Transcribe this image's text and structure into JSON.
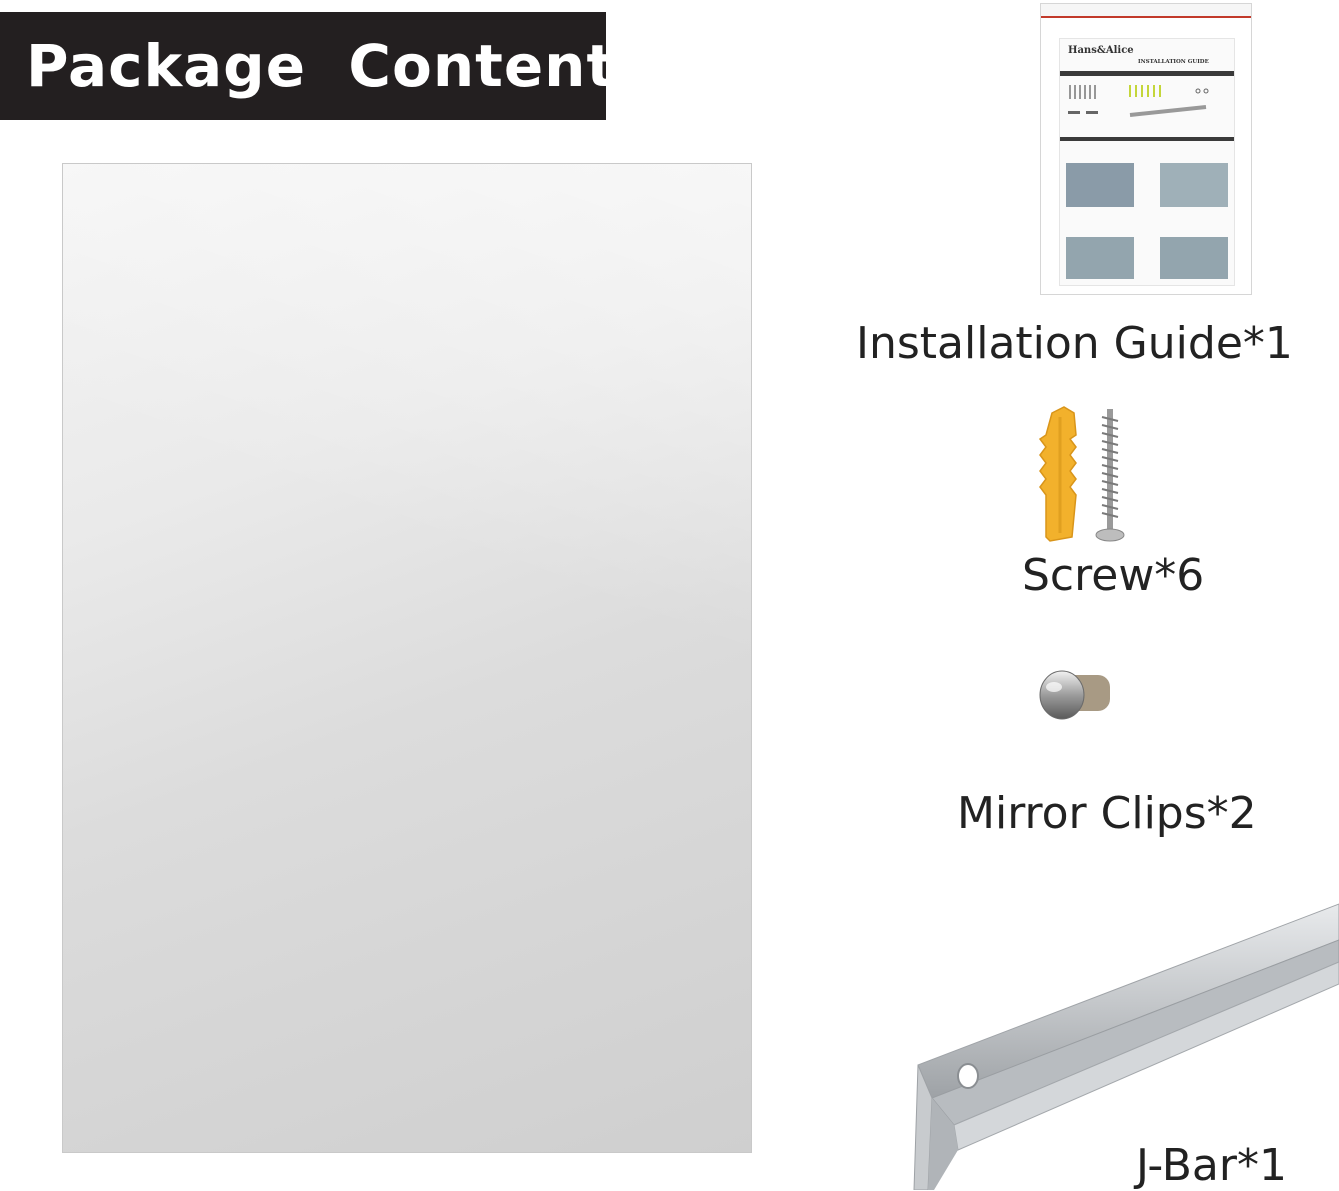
{
  "banner": {
    "title": "Package  Contents"
  },
  "guide": {
    "brand": "Hans&Alice",
    "title": "INSTALLATION GUIDE",
    "caption": "Installation Guide*1"
  },
  "items": {
    "screw": {
      "caption": "Screw*6"
    },
    "clips": {
      "caption": "Mirror Clips*2"
    },
    "jbar": {
      "caption": "J-Bar*1"
    }
  },
  "colors": {
    "banner_bg": "#231f20",
    "banner_text": "#ffffff",
    "anchor": "#f2b12c",
    "metal": "#c8c8c8"
  }
}
